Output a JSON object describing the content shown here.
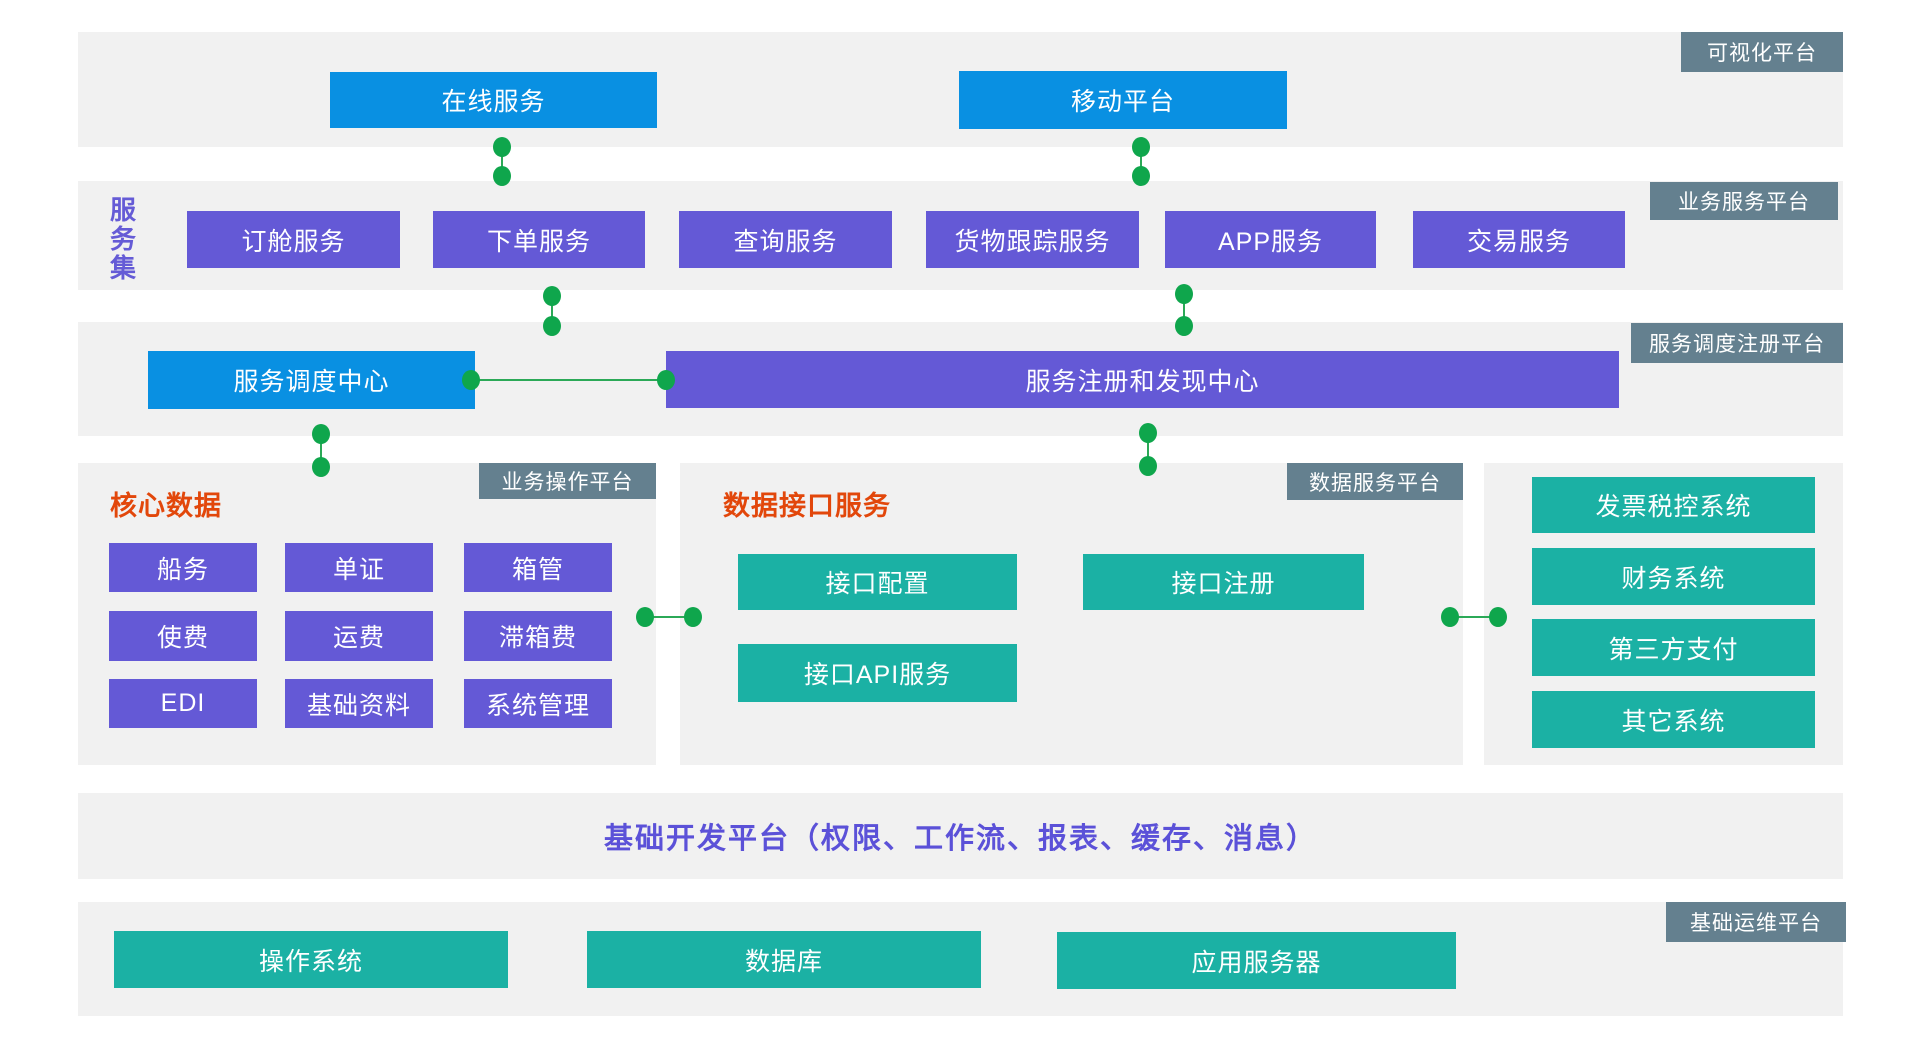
{
  "colors": {
    "band_background": "#F1F1F1",
    "blue_node": "#0990E2",
    "purple_node": "#6459D6",
    "teal_node": "#1BB1A4",
    "badge_background": "#64808F",
    "connector_green": "#0FA64C",
    "title_orange": "#E2470B",
    "dev_title_purple": "#5B51D8"
  },
  "visualization_band": {
    "badge": "可视化平台",
    "items": [
      "在线服务",
      "移动平台"
    ]
  },
  "service_band": {
    "badge": "业务服务平台",
    "side_label": "服务集",
    "items": [
      "订舱服务",
      "下单服务",
      "查询服务",
      "货物跟踪服务",
      "APP服务",
      "交易服务"
    ]
  },
  "dispatch_band": {
    "badge": "服务调度注册平台",
    "dispatch_center": "服务调度中心",
    "registry_center": "服务注册和发现中心"
  },
  "operation_panel": {
    "badge": "业务操作平台",
    "title": "核心数据",
    "items": [
      "船务",
      "单证",
      "箱管",
      "使费",
      "运费",
      "滞箱费",
      "EDI",
      "基础资料",
      "系统管理"
    ]
  },
  "data_service_panel": {
    "badge": "数据服务平台",
    "title": "数据接口服务",
    "items": [
      "接口配置",
      "接口注册",
      "接口API服务"
    ]
  },
  "external_panel": {
    "items": [
      "发票税控系统",
      "财务系统",
      "第三方支付",
      "其它系统"
    ]
  },
  "dev_band": {
    "title": "基础开发平台（权限、工作流、报表、缓存、消息）"
  },
  "ops_band": {
    "badge": "基础运维平台",
    "items": [
      "操作系统",
      "数据库",
      "应用服务器"
    ]
  }
}
